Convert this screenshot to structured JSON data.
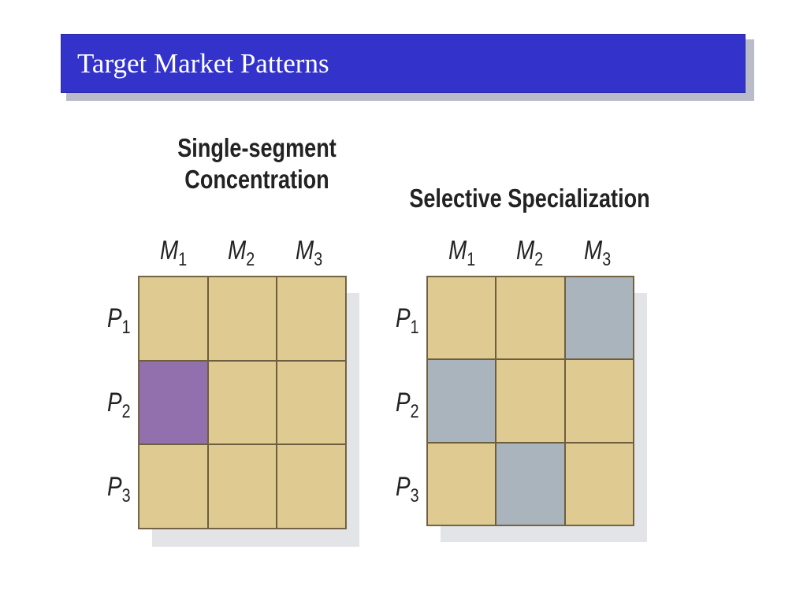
{
  "slide": {
    "title": "Target Market Patterns"
  },
  "colors": {
    "empty": "#dfcb91",
    "single_segment": "#9170ad",
    "selective": "#a9b4bc",
    "title_bar": "#3333cc"
  },
  "patterns": [
    {
      "title_lines": [
        "Single-segment",
        "Concentration"
      ],
      "columns": [
        {
          "letter": "M",
          "sub": "1"
        },
        {
          "letter": "M",
          "sub": "2"
        },
        {
          "letter": "M",
          "sub": "3"
        }
      ],
      "rows": [
        {
          "letter": "P",
          "sub": "1"
        },
        {
          "letter": "P",
          "sub": "2"
        },
        {
          "letter": "P",
          "sub": "3"
        }
      ],
      "highlight_color": "#9170ad",
      "cells": [
        [
          0,
          0,
          0
        ],
        [
          1,
          0,
          0
        ],
        [
          0,
          0,
          0
        ]
      ]
    },
    {
      "title_lines": [
        "Selective Specialization"
      ],
      "columns": [
        {
          "letter": "M",
          "sub": "1"
        },
        {
          "letter": "M",
          "sub": "2"
        },
        {
          "letter": "M",
          "sub": "3"
        }
      ],
      "rows": [
        {
          "letter": "P",
          "sub": "1"
        },
        {
          "letter": "P",
          "sub": "2"
        },
        {
          "letter": "P",
          "sub": "3"
        }
      ],
      "highlight_color": "#a9b4bc",
      "cells": [
        [
          0,
          0,
          1
        ],
        [
          1,
          0,
          0
        ],
        [
          0,
          1,
          0
        ]
      ]
    }
  ]
}
